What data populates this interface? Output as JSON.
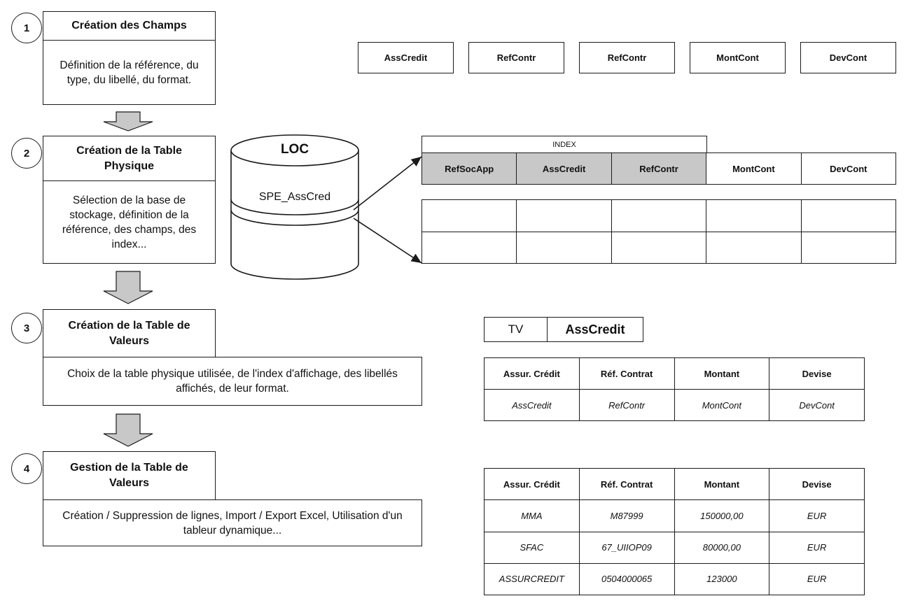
{
  "steps": [
    {
      "number": "1",
      "title": "Création des Champs",
      "description": "Définition de la référence, du type, du libellé, du format."
    },
    {
      "number": "2",
      "title": "Création de la Table Physique",
      "description": "Sélection de la base de stockage, définition de la référence, des champs, des index..."
    },
    {
      "number": "3",
      "title": "Création de la Table de Valeurs",
      "description": "Choix de la table physique utilisée, de l'index d'affichage, des libellés affichés, de leur format."
    },
    {
      "number": "4",
      "title": "Gestion de la Table  de Valeurs",
      "description": "Création / Suppression de lignes, Import / Export Excel, Utilisation d'un tableur dynamique..."
    }
  ],
  "fields": [
    "AssCredit",
    "RefContr",
    "RefContr",
    "MontCont",
    "DevCont"
  ],
  "database": {
    "name": "LOC",
    "table": "SPE_AssCred"
  },
  "physical_table": {
    "index_label": "INDEX",
    "columns": [
      "RefSocApp",
      "AssCredit",
      "RefContr",
      "MontCont",
      "DevCont"
    ],
    "indexed_count": 3
  },
  "value_table": {
    "tag": "TV",
    "name": "AssCredit",
    "headers": [
      "Assur. Crédit",
      "Réf. Contrat",
      "Montant",
      "Devise"
    ],
    "mapping": [
      "AssCredit",
      "RefContr",
      "MontCont",
      "DevCont"
    ]
  },
  "data_table": {
    "headers": [
      "Assur. Crédit",
      "Réf. Contrat",
      "Montant",
      "Devise"
    ],
    "rows": [
      [
        "MMA",
        "M87999",
        "150000,00",
        "EUR"
      ],
      [
        "SFAC",
        "67_UIIOP09",
        "80000,00",
        "EUR"
      ],
      [
        "ASSURCREDIT",
        "0504000065",
        "123000",
        "EUR"
      ]
    ]
  },
  "colors": {
    "line": "#1a1a1a",
    "index_fill": "#c8c8c8",
    "arrow_fill": "#c8c8c8"
  }
}
